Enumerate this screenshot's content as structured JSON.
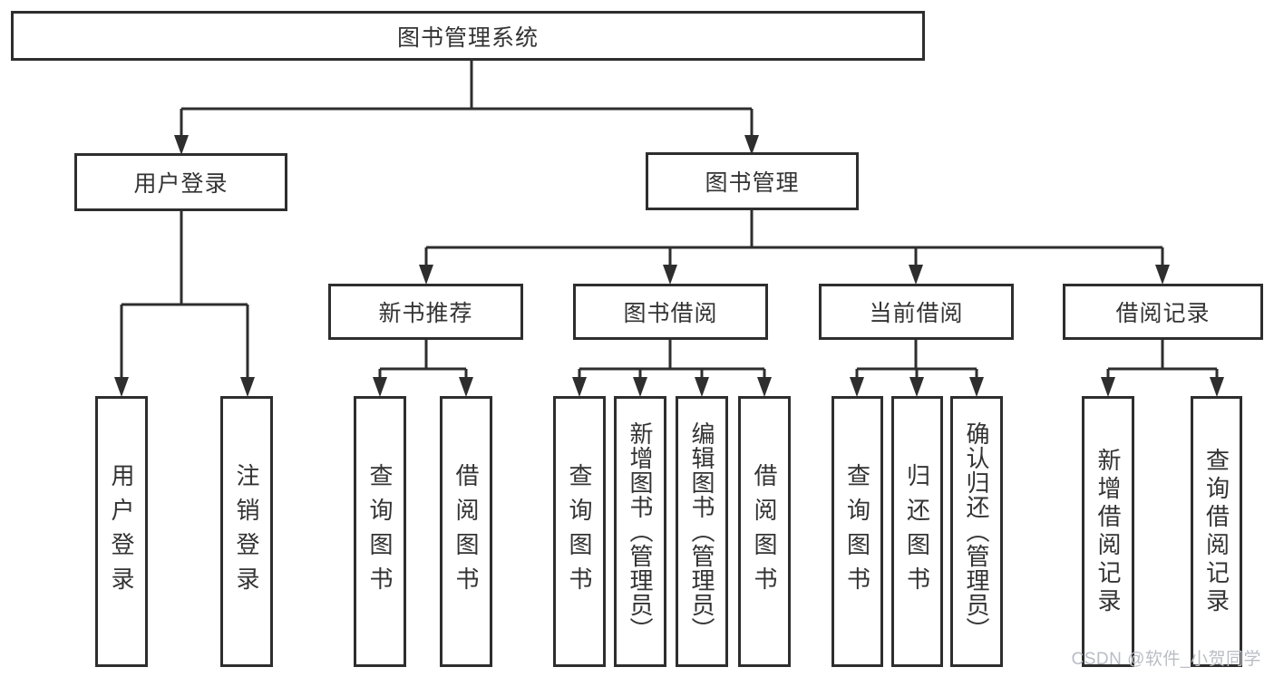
{
  "tree": {
    "root": "图书管理系统",
    "login": {
      "label": "用户登录",
      "children": [
        "用户登录",
        "注销登录"
      ]
    },
    "management": {
      "label": "图书管理",
      "sections": [
        {
          "label": "新书推荐",
          "children": [
            "查询图书",
            "借阅图书"
          ]
        },
        {
          "label": "图书借阅",
          "children": [
            "查询图书",
            "新增图书（管理员）",
            "编辑图书（管理员）",
            "借阅图书"
          ]
        },
        {
          "label": "当前借阅",
          "children": [
            "查询图书",
            "归还图书",
            "确认归还（管理员）"
          ]
        },
        {
          "label": "借阅记录",
          "children": [
            "新增借阅记录",
            "查询借阅记录"
          ]
        }
      ]
    }
  },
  "watermark": "CSDN @软件_小贺同学",
  "colors": {
    "line": "#2e2e2e",
    "text": "#333333",
    "watermark": "#b9bdc5"
  }
}
